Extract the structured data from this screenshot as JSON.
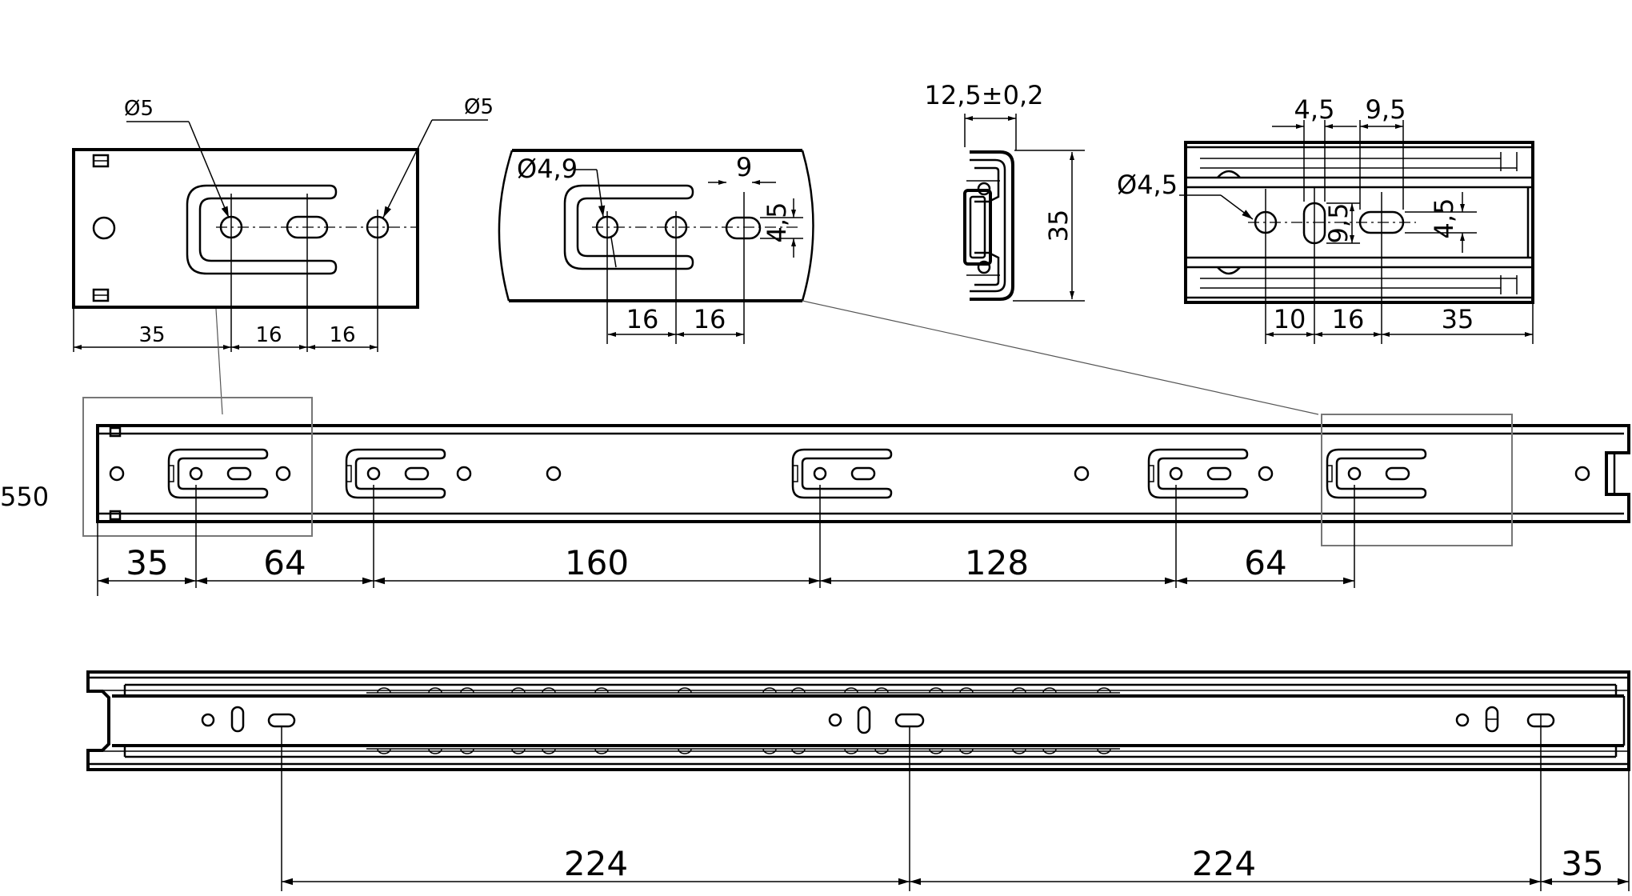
{
  "drawing": {
    "left_detail": {
      "callout_hole_left": "Ø5",
      "callout_hole_right": "Ø5",
      "dim_1": "35",
      "dim_2": "16",
      "dim_3": "16"
    },
    "front_detail": {
      "callout_hole": "Ø4,9",
      "dim_slot_length": "9",
      "dim_slot_width": "4,5",
      "dim_1": "16",
      "dim_2": "16"
    },
    "profile": {
      "dim_width": "12,5±0,2",
      "dim_height": "35"
    },
    "right_detail": {
      "callout_hole": "Ø4,5",
      "dim_top_1": "4,5",
      "dim_top_2": "9,5",
      "dim_vertical_1": "9,5",
      "dim_vertical_2": "4,5",
      "dim_1": "10",
      "dim_2": "16",
      "dim_3": "35"
    },
    "cabinet_member": {
      "length_label": "550",
      "dims": [
        "35",
        "64",
        "160",
        "128",
        "64"
      ]
    },
    "drawer_member": {
      "dims": [
        "224",
        "224",
        "35"
      ]
    }
  }
}
